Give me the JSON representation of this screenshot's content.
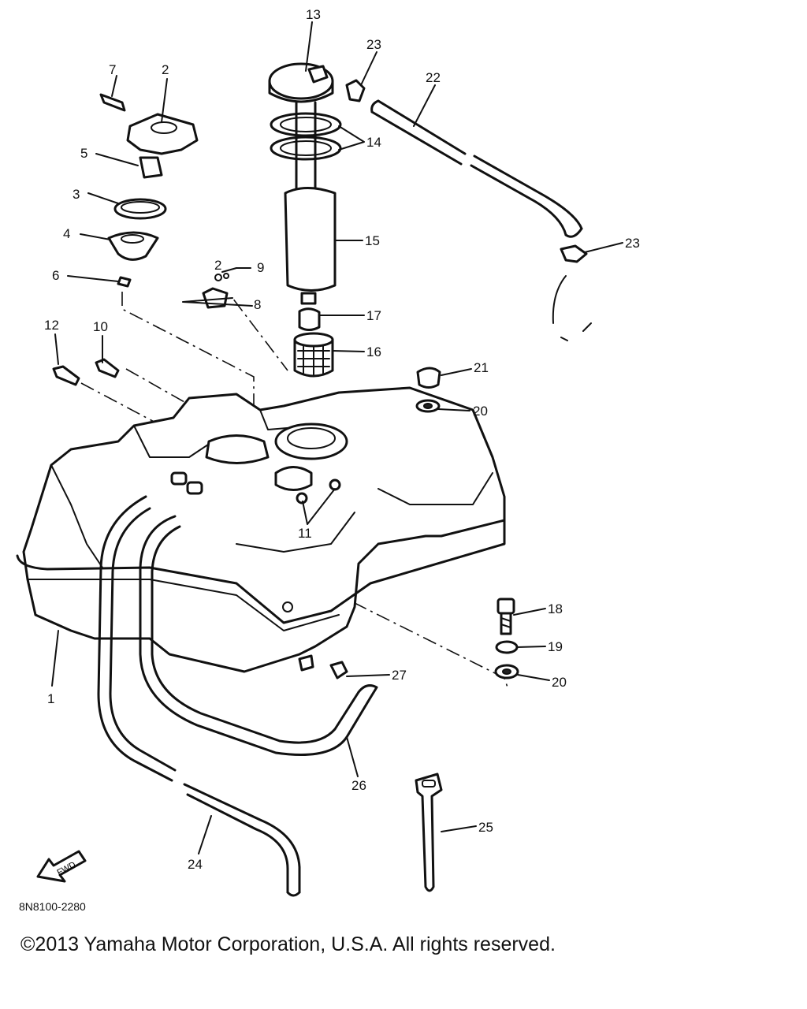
{
  "figure": {
    "diagram_code": "8N8100-2280",
    "fwd_label": "FWD",
    "copyright": "©2013 Yamaha Motor Corporation, U.S.A. All rights reserved."
  },
  "callouts": [
    {
      "id": "c1",
      "label": "1"
    },
    {
      "id": "c2",
      "label": "2"
    },
    {
      "id": "c2b",
      "label": "2"
    },
    {
      "id": "c3",
      "label": "3"
    },
    {
      "id": "c4",
      "label": "4"
    },
    {
      "id": "c5",
      "label": "5"
    },
    {
      "id": "c6",
      "label": "6"
    },
    {
      "id": "c7",
      "label": "7"
    },
    {
      "id": "c8",
      "label": "8"
    },
    {
      "id": "c9",
      "label": "9"
    },
    {
      "id": "c10",
      "label": "10"
    },
    {
      "id": "c11",
      "label": "11"
    },
    {
      "id": "c12",
      "label": "12"
    },
    {
      "id": "c13",
      "label": "13"
    },
    {
      "id": "c14",
      "label": "14"
    },
    {
      "id": "c15",
      "label": "15"
    },
    {
      "id": "c16",
      "label": "16"
    },
    {
      "id": "c17",
      "label": "17"
    },
    {
      "id": "c18",
      "label": "18"
    },
    {
      "id": "c19",
      "label": "19"
    },
    {
      "id": "c20a",
      "label": "20"
    },
    {
      "id": "c20b",
      "label": "20"
    },
    {
      "id": "c21",
      "label": "21"
    },
    {
      "id": "c22",
      "label": "22"
    },
    {
      "id": "c23a",
      "label": "23"
    },
    {
      "id": "c23b",
      "label": "23"
    },
    {
      "id": "c24",
      "label": "24"
    },
    {
      "id": "c25",
      "label": "25"
    },
    {
      "id": "c26",
      "label": "26"
    },
    {
      "id": "c27",
      "label": "27"
    }
  ]
}
